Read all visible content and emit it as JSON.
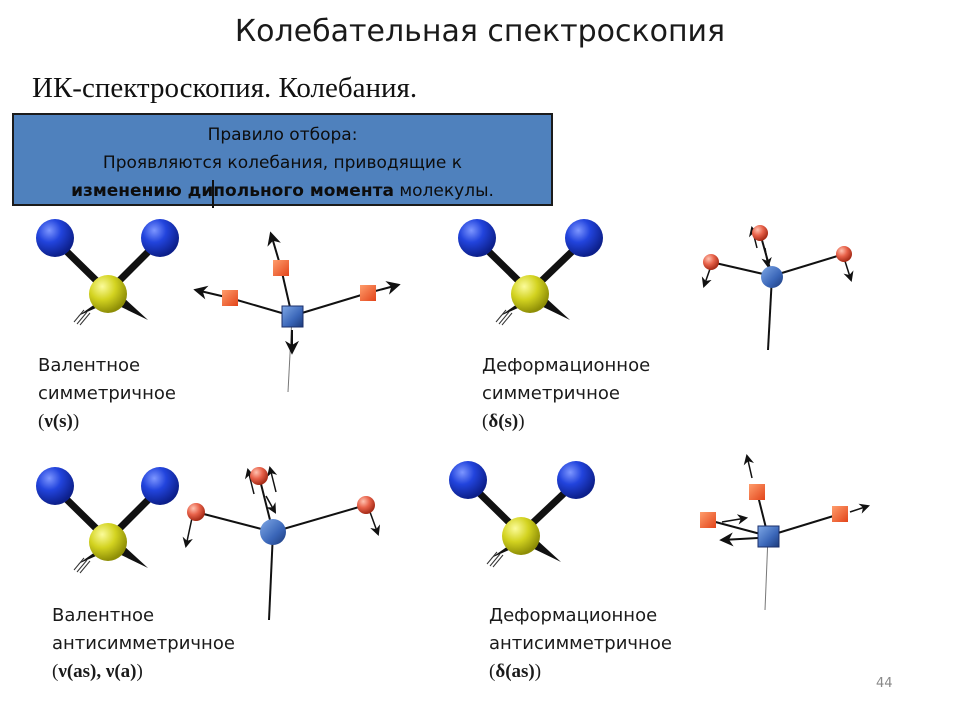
{
  "slide": {
    "title": "Колебательная спектроскопия",
    "subtitle": "ИК-спектроскопия. Колебания.",
    "page_number": "44"
  },
  "rule_box": {
    "line1": "Правило отбора:",
    "line2": "Проявляются колебания, приводящие к",
    "line3_bold": "изменению дипольного момента",
    "line3_rest": " молекулы."
  },
  "modes": [
    {
      "name_line1": "Валентное",
      "name_line2": "симметричное",
      "symbol_open": "(",
      "symbol_bold": "ν(s)",
      "symbol_close": ")"
    },
    {
      "name_line1": "Деформационное",
      "name_line2": "симметричное",
      "symbol_open": "(",
      "symbol_bold": "δ(s)",
      "symbol_close": ")"
    },
    {
      "name_line1": "Валентное",
      "name_line2": "антисимметричное",
      "symbol_open": "(",
      "symbol_bold": "ν(as), ν(a)",
      "symbol_close": ")"
    },
    {
      "name_line1": "Деформационное",
      "name_line2": "антисимметричное",
      "symbol_open": "(",
      "symbol_bold": "δ(as)",
      "symbol_close": ")"
    }
  ],
  "colors": {
    "box_fill": "#4f81bd",
    "outer_atom": "#1f3fd0",
    "central_atom": "#d6d61a",
    "small_atom": "#e8624a",
    "center_cube": "#3d6fbf"
  }
}
